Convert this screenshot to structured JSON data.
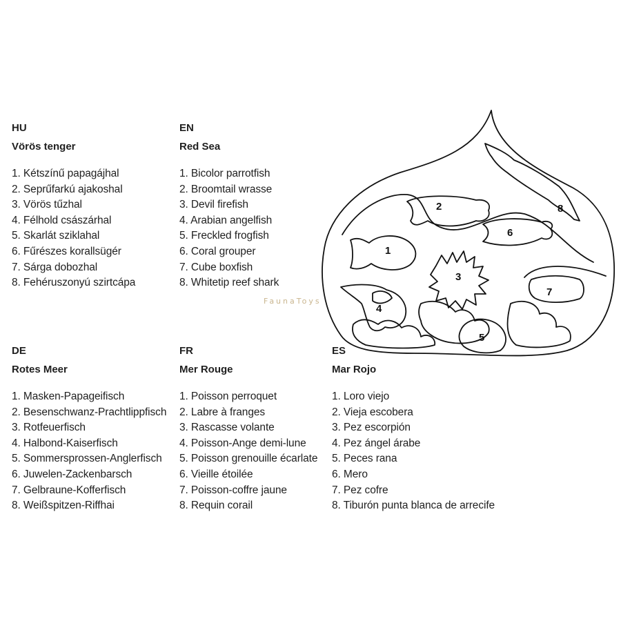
{
  "columns": {
    "hu": {
      "code": "HU",
      "title": "Vörös tenger",
      "items": [
        "1. Kétszínű papagájhal",
        "2. Seprűfarkú ajakoshal",
        "3. Vörös tűzhal",
        "4. Félhold császárhal",
        "5. Skarlát sziklahal",
        "6. Fűrészes korallsügér",
        "7. Sárga dobozhal",
        "8. Fehéruszonyú szirtcápa"
      ]
    },
    "en": {
      "code": "EN",
      "title": "Red Sea",
      "items": [
        "1. Bicolor parrotfish",
        "2. Broomtail wrasse",
        "3. Devil firefish",
        "4. Arabian angelfish",
        "5. Freckled frogfish",
        "6. Coral grouper",
        "7. Cube boxfish",
        "8. Whitetip reef shark"
      ]
    },
    "de": {
      "code": "DE",
      "title": "Rotes Meer",
      "items": [
        "1. Masken-Papageifisch",
        "2. Besenschwanz-Prachtlippfisch",
        "3. Rotfeuerfisch",
        "4. Halbond-Kaiserfisch",
        "5. Sommersprossen-Anglerfisch",
        "6. Juwelen-Zackenbarsch",
        "7. Gelbraune-Kofferfisch",
        "8. Weißspitzen-Riffhai"
      ]
    },
    "fr": {
      "code": "FR",
      "title": "Mer Rouge",
      "items": [
        "1. Poisson perroquet",
        "2. Labre à franges",
        "3. Rascasse volante",
        "4. Poisson-Ange demi-lune",
        "5. Poisson grenouille écarlate",
        "6. Vieille étoilée",
        "7. Poisson-coffre jaune",
        "8. Requin corail"
      ]
    },
    "es": {
      "code": "ES",
      "title": "Mar Rojo",
      "items": [
        "1. Loro viejo",
        "2. Vieja escobera",
        "3. Pez escorpión",
        "4. Pez ángel árabe",
        "5. Peces rana",
        "6. Mero",
        "7. Pez cofre",
        "8. Tiburón punta blanca de arrecife"
      ]
    }
  },
  "puzzle": {
    "labels": [
      "1",
      "2",
      "3",
      "4",
      "5",
      "6",
      "7",
      "8"
    ]
  },
  "watermark": "FaunaToys"
}
